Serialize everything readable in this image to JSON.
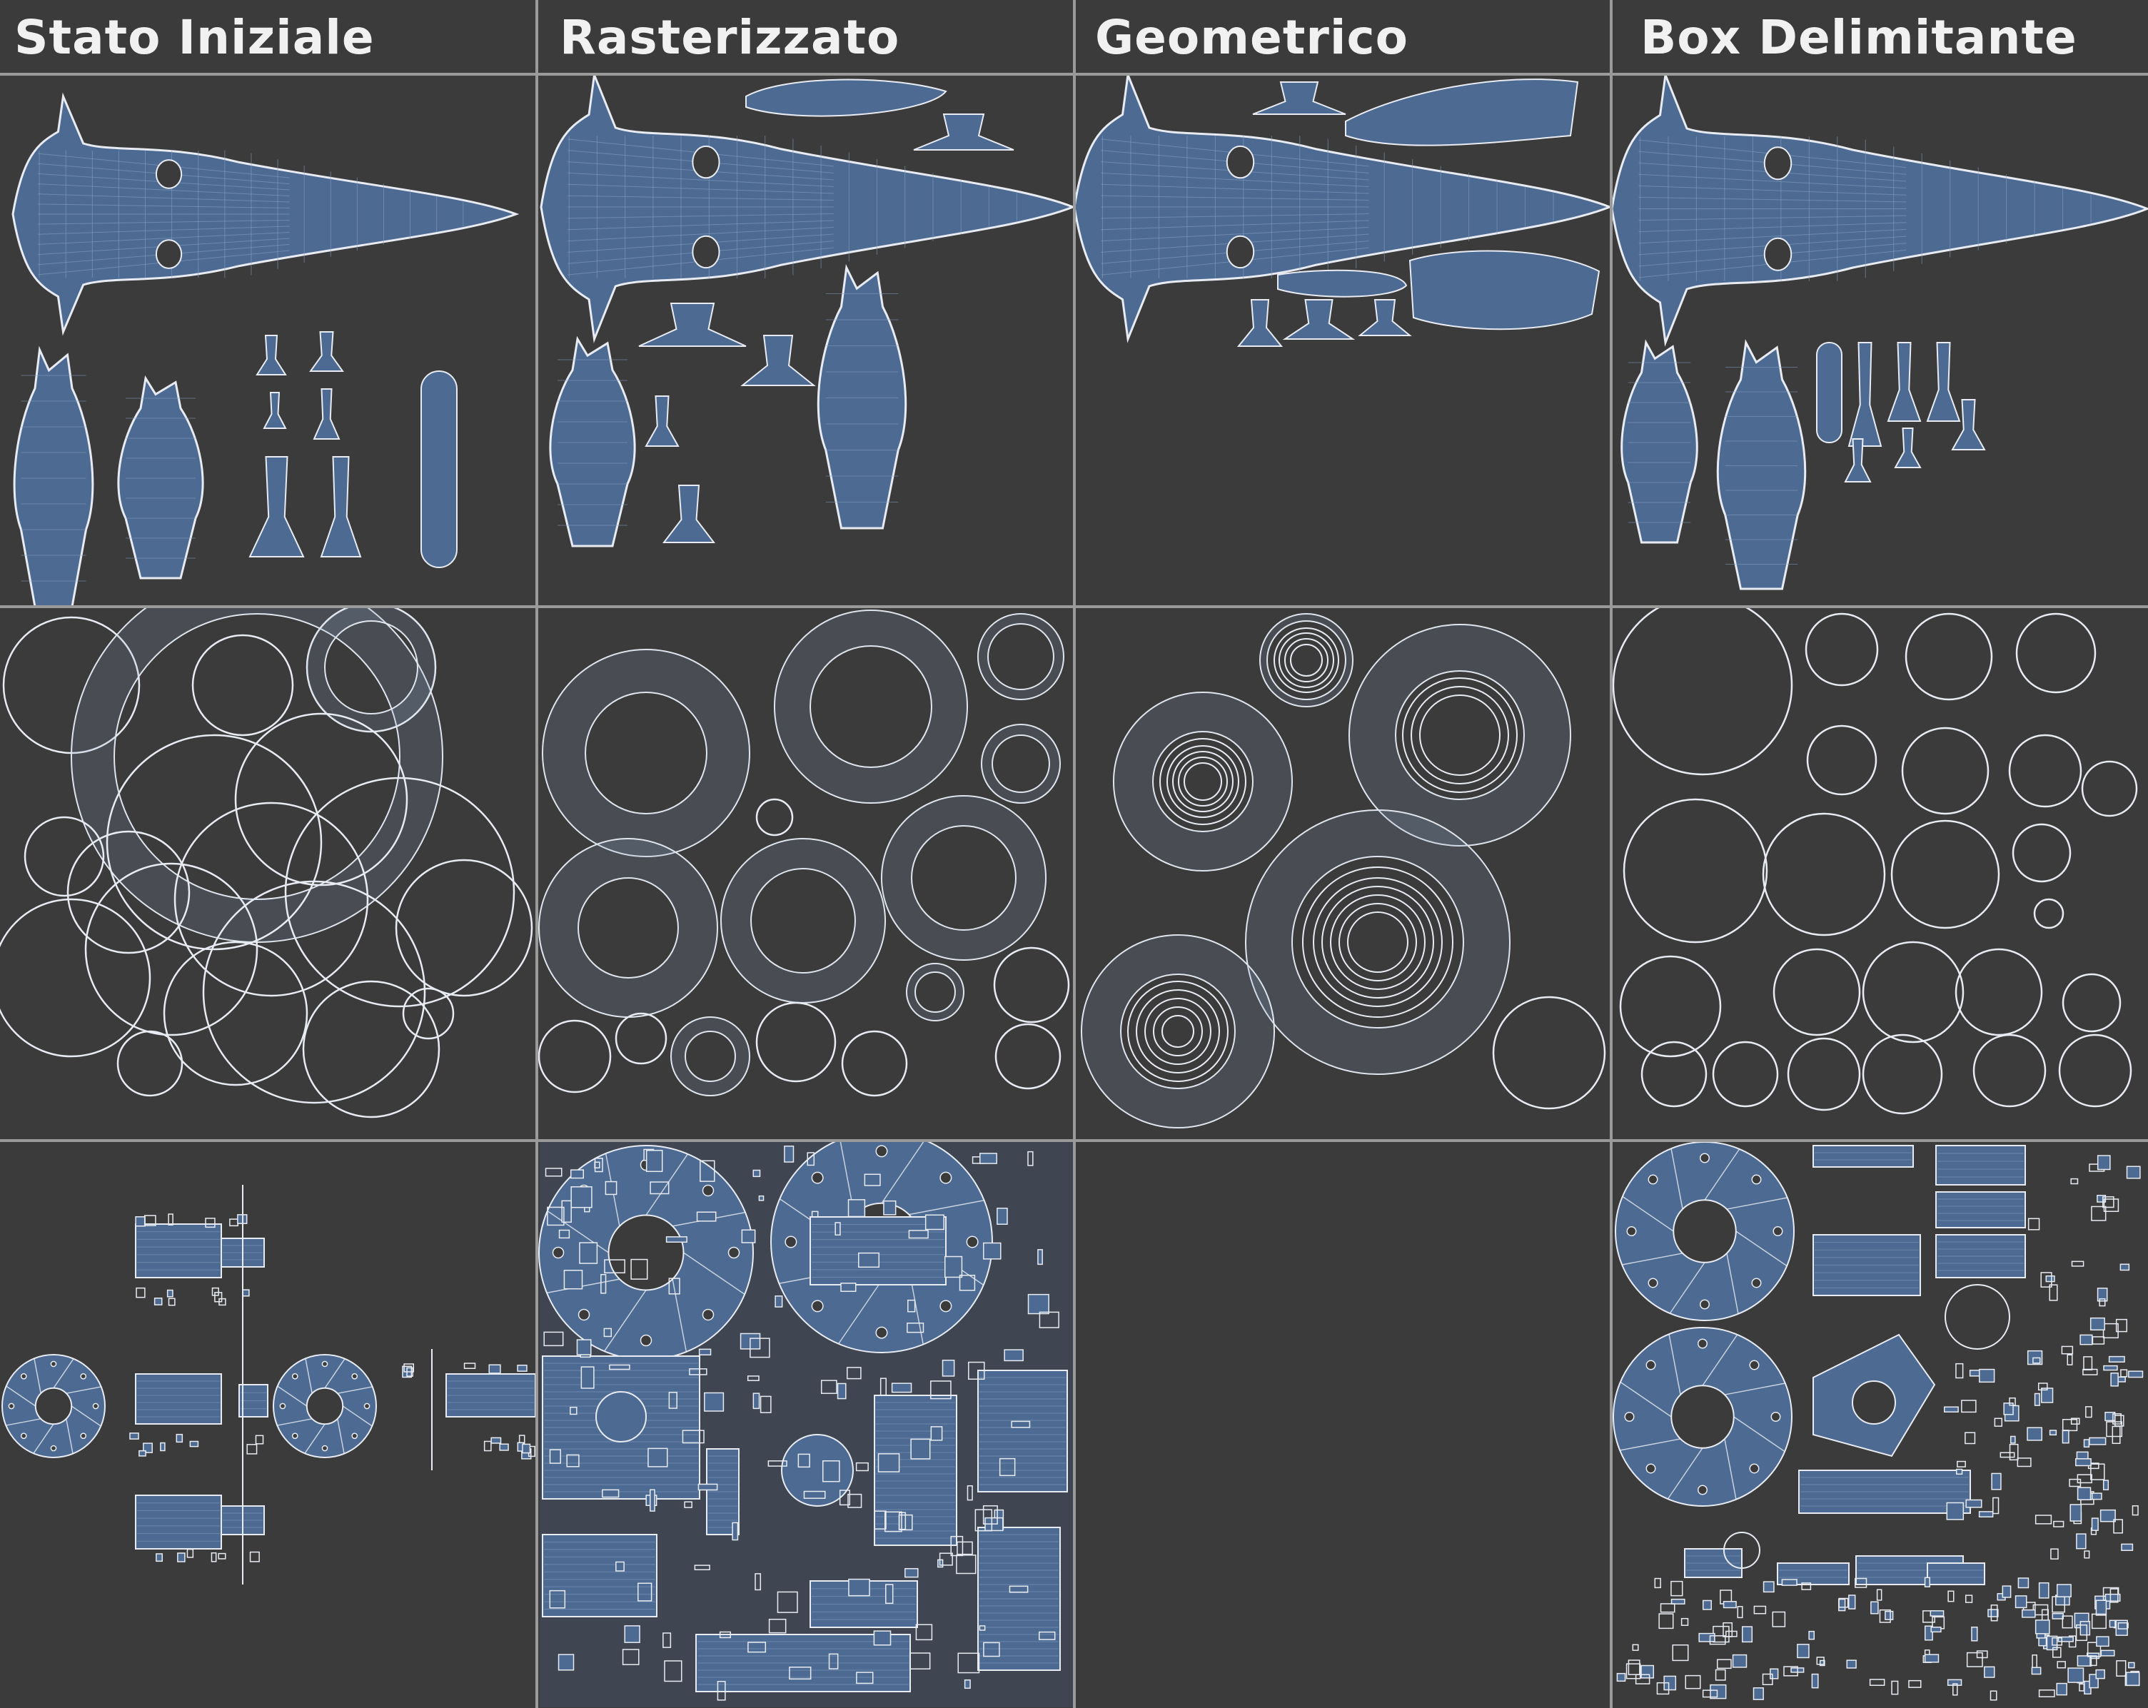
{
  "headers": [
    "Stato Iniziale",
    "Rasterizzato",
    "Geometrico",
    "Box Delimitante"
  ],
  "colors": {
    "background": "#3b3b3b",
    "grid_line": "#9a9a9a",
    "header_text": "#f1f1f1",
    "island_fill": "#4d6a92",
    "wire_light": "#e8ecf2",
    "wire_blue": "#8aa3c4"
  },
  "rows": [
    {
      "name": "dinosaur-uv-islands"
    },
    {
      "name": "ring-uv-islands"
    },
    {
      "name": "mechanical-uv-islands"
    }
  ],
  "cells": [
    {
      "row": 0,
      "column": "Stato Iniziale",
      "content": "islands"
    },
    {
      "row": 0,
      "column": "Rasterizzato",
      "content": "islands"
    },
    {
      "row": 0,
      "column": "Geometrico",
      "content": "islands"
    },
    {
      "row": 0,
      "column": "Box Delimitante",
      "content": "islands"
    },
    {
      "row": 1,
      "column": "Stato Iniziale",
      "content": "islands"
    },
    {
      "row": 1,
      "column": "Rasterizzato",
      "content": "islands"
    },
    {
      "row": 1,
      "column": "Geometrico",
      "content": "islands"
    },
    {
      "row": 1,
      "column": "Box Delimitante",
      "content": "islands"
    },
    {
      "row": 2,
      "column": "Stato Iniziale",
      "content": "islands"
    },
    {
      "row": 2,
      "column": "Rasterizzato",
      "content": "islands"
    },
    {
      "row": 2,
      "column": "Geometrico",
      "content": "empty"
    },
    {
      "row": 2,
      "column": "Box Delimitante",
      "content": "islands"
    }
  ]
}
